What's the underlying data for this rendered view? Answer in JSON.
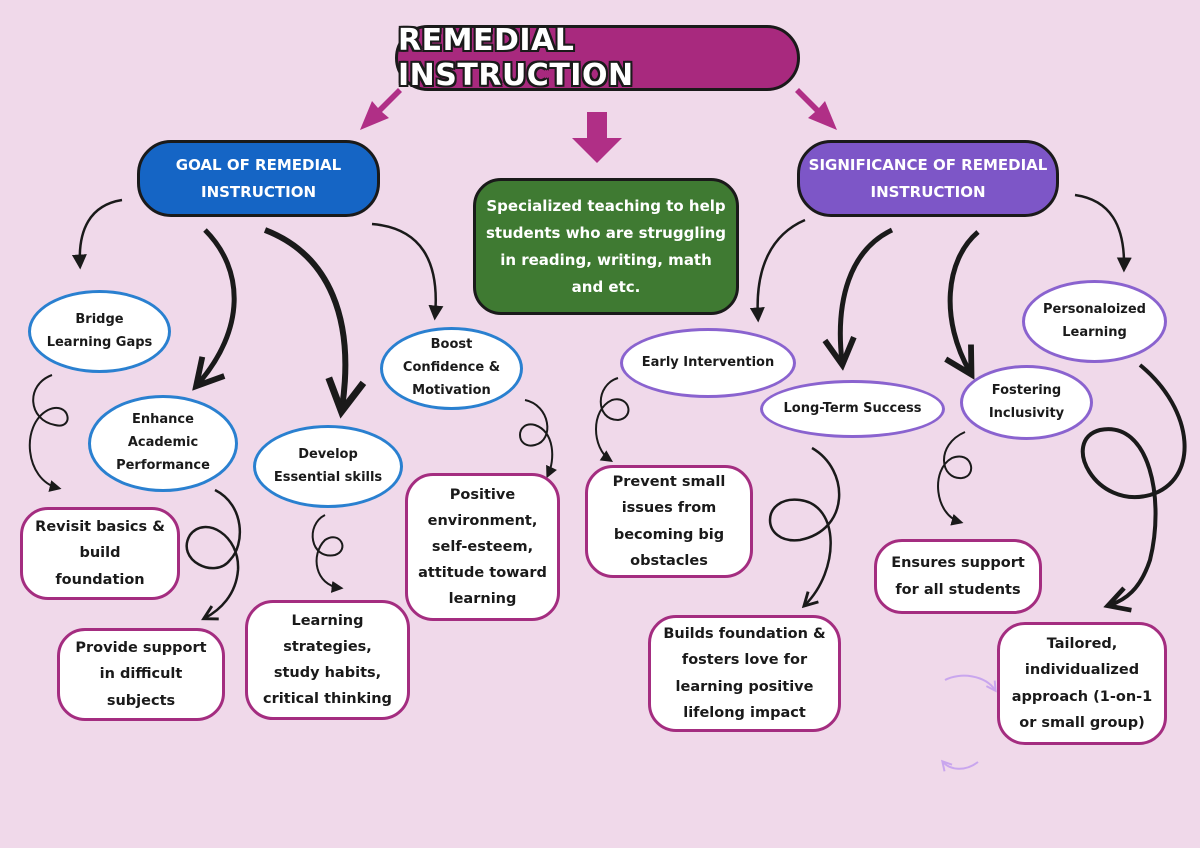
{
  "title": "REMEDIAL INSTRUCTION",
  "goal": {
    "header": "GOAL OF REMEDIAL INSTRUCTION",
    "items": [
      {
        "label": "Bridge Learning Gaps",
        "detail": "Revisit basics & build foundation"
      },
      {
        "label": "Enhance Academic Performance",
        "detail": "Provide support in difficult subjects"
      },
      {
        "label": "Develop Essential skills",
        "detail": "Learning strategies, study habits, critical thinking"
      },
      {
        "label": "Boost Confidence & Motivation",
        "detail": "Positive environment, self-esteem, attitude toward learning"
      }
    ]
  },
  "definition": "Specialized teaching to help students who are struggling in reading, writing, math and etc.",
  "significance": {
    "header": "SIGNIFICANCE OF REMEDIAL INSTRUCTION",
    "items": [
      {
        "label": "Early Intervention",
        "detail": "Prevent small issues from becoming big obstacles"
      },
      {
        "label": "Long-Term Success",
        "detail": "Builds foundation & fosters love for learning positive lifelong impact"
      },
      {
        "label": "Fostering Inclusivity",
        "detail": "Ensures support for all students"
      },
      {
        "label": "Personaloized Learning",
        "detail": "Tailored, individualized approach (1-on-1 or small group)"
      }
    ]
  },
  "colors": {
    "background": "#f0d9ea",
    "title": "#a8297e",
    "goal_header": "#1565c5",
    "significance_header": "#7d56c7",
    "definition": "#3f7a32",
    "oval_border_blue": "#2a80d0",
    "oval_border_purple": "#8a63cf",
    "card_border": "#a42d80",
    "arrow_magenta": "#b02f86"
  }
}
